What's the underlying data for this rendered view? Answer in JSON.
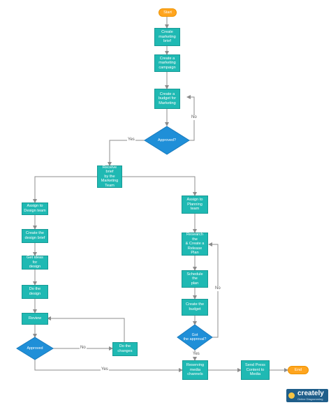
{
  "nodes": {
    "start": "Start",
    "create_brief": "Create\nmarketing\nbrief",
    "create_campaign": "Create a\nmarketing\ncampaign",
    "create_budget": "Create a\nbudget for\nMarketing",
    "approved_1": "Approved?",
    "receive_brief": "Receive brief\nby the\nMarketing\nTeam",
    "assign_design": "Assign to\nDesign team",
    "create_design_brief": "Create the\ndesign brief",
    "get_ideas": "Get ideas for\ndesign",
    "do_design": "Do the\ndesign",
    "review": "Review",
    "approved_2": "Approved",
    "do_changes": "Do the\nchanges",
    "assign_planning": "Assign to\nPlanning\nteam",
    "research": "Research the\n& Create a\nRelease Plan",
    "schedule": "Schedule the\nplan",
    "create_budget_2": "Create the\nbudget",
    "got_approval": "Got\nthe approval?",
    "reserving": "Reserving\nmedia\nchannels",
    "send_press": "Send Press\nContent to\nMedia",
    "end": "End"
  },
  "edge_labels": {
    "budget_no": "No",
    "approved1_yes": "Yes",
    "approved2_no": "No",
    "approved2_yes": "Yes",
    "gotapproval_no": "No",
    "gotapproval_yes": "Yes"
  },
  "logo": {
    "brand": "creately",
    "tagline": "Online Diagramming"
  },
  "colors": {
    "process": "#1fb9b3",
    "decision": "#1f8fd8",
    "terminal": "#ffa51f",
    "edge": "#8c8c8c"
  }
}
